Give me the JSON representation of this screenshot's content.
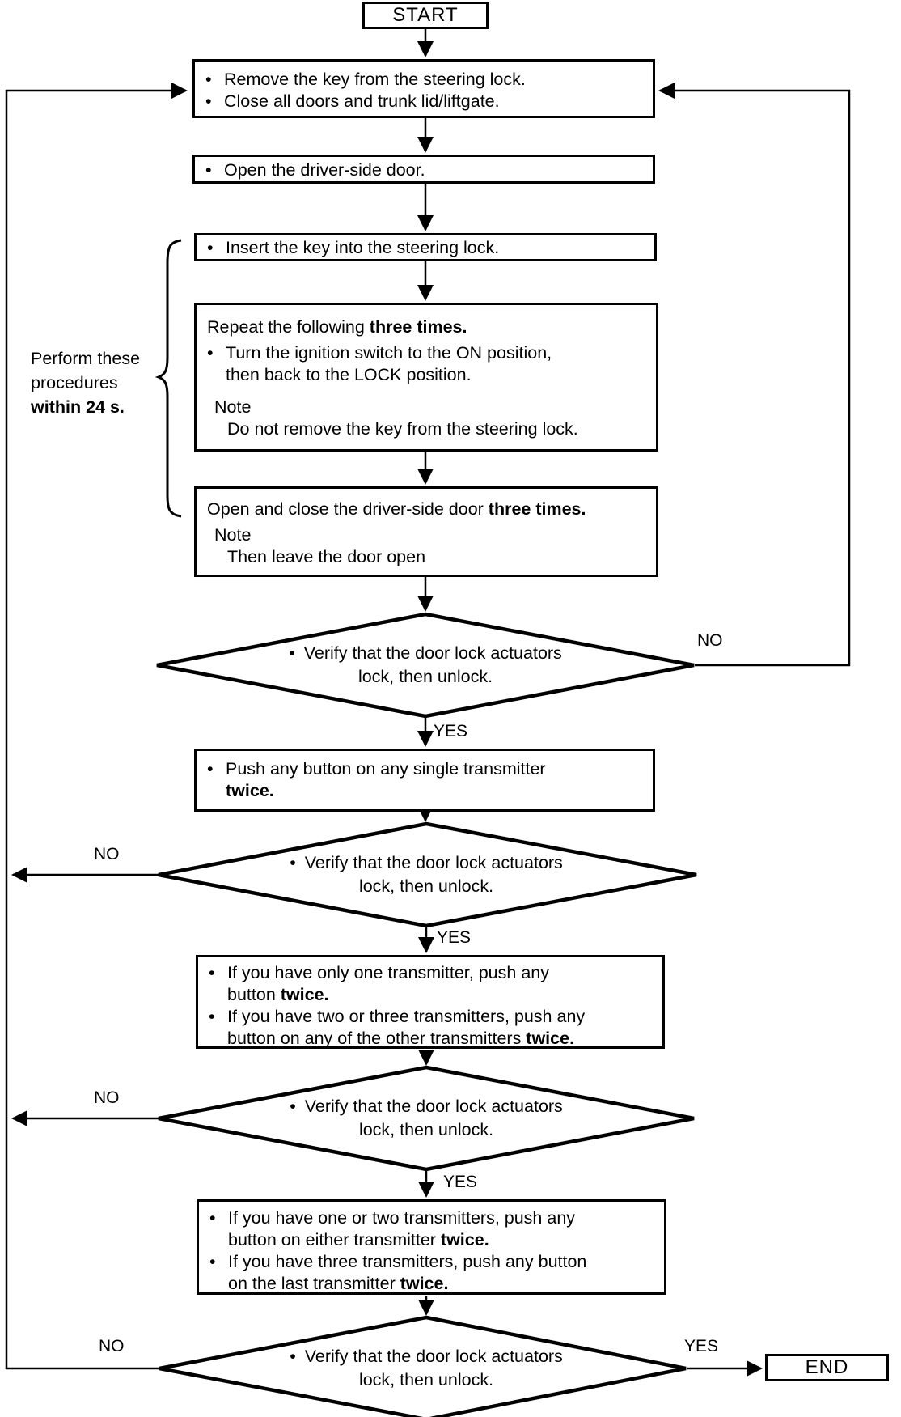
{
  "diagram": {
    "start": "START",
    "end": "END",
    "labels": {
      "yes": "YES",
      "no": "NO"
    },
    "side_note": {
      "lines": [
        {
          "segments": [
            {
              "t": "Perform these"
            }
          ]
        },
        {
          "segments": [
            {
              "t": "procedures"
            }
          ]
        },
        {
          "segments": [
            {
              "t": "within 24 s.",
              "b": true
            }
          ]
        }
      ]
    },
    "boxes": [
      {
        "id": "remove-key-close-doors",
        "lines": [
          {
            "bullet": true,
            "segments": [
              {
                "t": "Remove the key from  the steering lock."
              }
            ]
          },
          {
            "bullet": true,
            "segments": [
              {
                "t": "Close all doors and trunk lid/liftgate."
              }
            ]
          }
        ]
      },
      {
        "id": "open-driver-door",
        "lines": [
          {
            "bullet": true,
            "segments": [
              {
                "t": "Open the driver-side door."
              }
            ]
          }
        ]
      },
      {
        "id": "insert-key",
        "lines": [
          {
            "bullet": true,
            "segments": [
              {
                "t": "Insert the key into the steering lock."
              }
            ]
          }
        ]
      },
      {
        "id": "repeat-ignition",
        "lines": [
          {
            "segments": [
              {
                "t": "Repeat the following "
              },
              {
                "t": "three times.",
                "b": true
              }
            ]
          },
          {
            "bullet": true,
            "gap": "sm",
            "segments": [
              {
                "t": "Turn the ignition switch to the ON position,"
              }
            ]
          },
          {
            "ind": "cont",
            "segments": [
              {
                "t": "then back to the LOCK position."
              }
            ]
          },
          {
            "ind": "note",
            "gap": "lg",
            "segments": [
              {
                "t": "Note"
              }
            ]
          },
          {
            "ind": "noteb",
            "segments": [
              {
                "t": "Do not remove the key from the steering lock."
              }
            ]
          }
        ]
      },
      {
        "id": "open-close-door-three-times",
        "lines": [
          {
            "segments": [
              {
                "t": "Open and close the driver-side door "
              },
              {
                "t": "three times.",
                "b": true
              }
            ]
          },
          {
            "ind": "note",
            "gap": "sm",
            "segments": [
              {
                "t": "Note"
              }
            ]
          },
          {
            "ind": "noteb",
            "segments": [
              {
                "t": "Then leave the door open"
              }
            ]
          }
        ]
      },
      {
        "id": "push-any-single-transmitter",
        "lines": [
          {
            "bullet": true,
            "segments": [
              {
                "t": "Push any button on any single transmitter"
              }
            ]
          },
          {
            "ind": "cont",
            "segments": [
              {
                "t": "twice.",
                "b": true
              }
            ]
          }
        ]
      },
      {
        "id": "push-other-transmitters",
        "lines": [
          {
            "bullet": true,
            "segments": [
              {
                "t": "If you have only one transmitter, push any"
              }
            ]
          },
          {
            "ind": "cont",
            "segments": [
              {
                "t": "button "
              },
              {
                "t": "twice.",
                "b": true
              }
            ]
          },
          {
            "bullet": true,
            "segments": [
              {
                "t": "If you have two or three transmitters, push any"
              }
            ]
          },
          {
            "ind": "cont",
            "segments": [
              {
                "t": "button on any of the other transmitters "
              },
              {
                "t": "twice.",
                "b": true
              }
            ]
          }
        ]
      },
      {
        "id": "push-last-transmitter",
        "lines": [
          {
            "bullet": true,
            "segments": [
              {
                "t": "If you have one or two transmitters, push any"
              }
            ]
          },
          {
            "ind": "cont",
            "segments": [
              {
                "t": "button on either transmitter "
              },
              {
                "t": "twice.",
                "b": true
              }
            ]
          },
          {
            "bullet": true,
            "segments": [
              {
                "t": "If you have three transmitters, push any button"
              }
            ]
          },
          {
            "ind": "cont",
            "segments": [
              {
                "t": "on the last transmitter "
              },
              {
                "t": "twice.",
                "b": true
              }
            ]
          }
        ]
      }
    ],
    "diamonds": [
      {
        "id": "verify-lock-unlock-1",
        "lines": [
          {
            "bullet": true,
            "segments": [
              {
                "t": "Verify that the door lock actuators"
              }
            ]
          },
          {
            "segments": [
              {
                "t": "lock, then unlock."
              }
            ]
          }
        ]
      },
      {
        "id": "verify-lock-unlock-2",
        "lines": [
          {
            "bullet": true,
            "segments": [
              {
                "t": "Verify that the door lock actuators"
              }
            ]
          },
          {
            "segments": [
              {
                "t": "lock, then unlock."
              }
            ]
          }
        ]
      },
      {
        "id": "verify-lock-unlock-3",
        "lines": [
          {
            "bullet": true,
            "segments": [
              {
                "t": "Verify that the door lock actuators"
              }
            ]
          },
          {
            "segments": [
              {
                "t": "lock, then unlock."
              }
            ]
          }
        ]
      },
      {
        "id": "verify-lock-unlock-4",
        "lines": [
          {
            "bullet": true,
            "segments": [
              {
                "t": "Verify that the door lock actuators"
              }
            ]
          },
          {
            "segments": [
              {
                "t": "lock, then unlock."
              }
            ]
          }
        ]
      }
    ]
  }
}
